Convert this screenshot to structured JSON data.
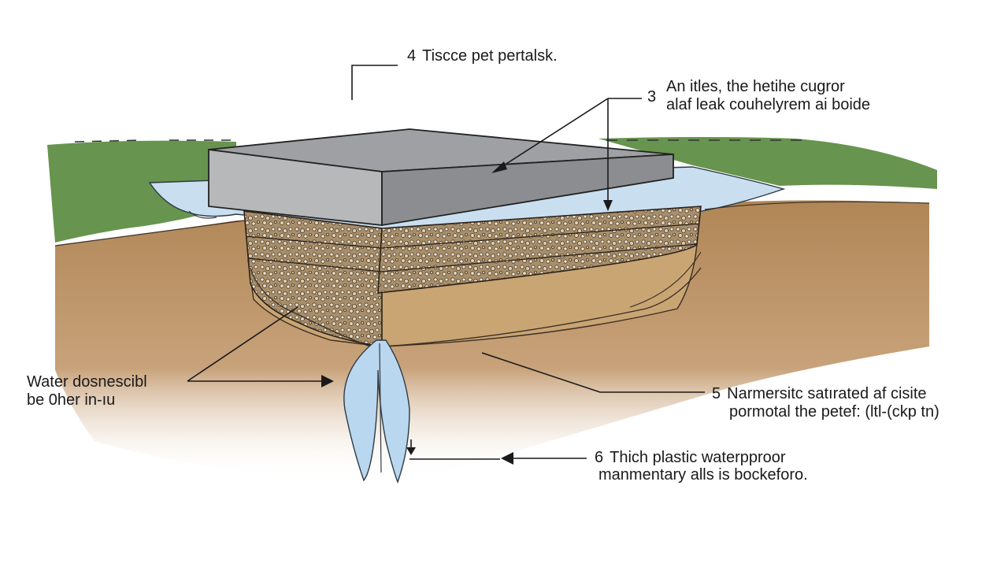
{
  "diagram": {
    "labels": {
      "l4": {
        "number": "4",
        "text": "Tiscce pet pertalsk."
      },
      "l3": {
        "number": "3",
        "lines": [
          "An itles, the hetihe cugror",
          "alaf leak couhelyrem ai boide"
        ]
      },
      "water": {
        "lines": [
          "Water dosnescibl",
          "be 0her in-ıu"
        ]
      },
      "l5": {
        "number": "5",
        "lines": [
          "Narmersitc satırated af cisite",
          "pormotal the petef: (ltl-(ckp tn)"
        ]
      },
      "l6": {
        "number": "6",
        "lines": [
          "Thich plastic waterpproor",
          "manmentary alls is bockeforo."
        ]
      }
    },
    "colors": {
      "grass": "#5f8e45",
      "soil": "#b58d5e",
      "slab": "#9a9c9f",
      "membrane": "#c9dff0",
      "gravel": "#a88e6a",
      "sand": "#c9a574",
      "water": "#b9d7ee",
      "ink": "#1a1a1a"
    }
  }
}
